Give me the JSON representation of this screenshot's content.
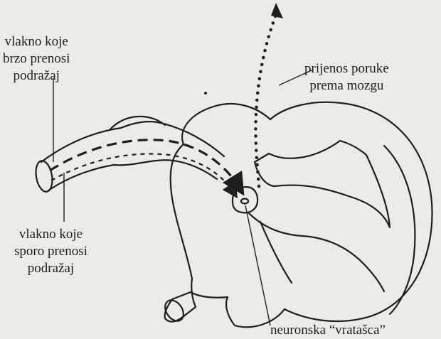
{
  "labels": {
    "fast_fiber": [
      "vlakno koje",
      "brzo prenosi",
      "podražaj"
    ],
    "message": [
      "prijenos poruke",
      "prema mozgu"
    ],
    "slow_fiber": [
      "vlakno koje",
      "sporo prenosi",
      "podražaj"
    ],
    "gate": "neuronska “vratašca”"
  },
  "colors": {
    "background": "#ecebe6",
    "ink": "#1e1e1e"
  }
}
